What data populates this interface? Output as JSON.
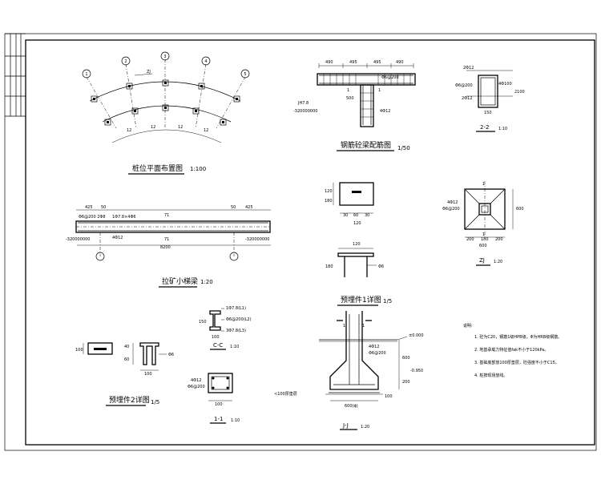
{
  "drawings": {
    "pile_layout": {
      "title": "桩位平面布置图",
      "scale": "1:100",
      "axis_labels": [
        "1",
        "2",
        "3",
        "4",
        "5"
      ],
      "tag": "ZJ",
      "spacings": [
        "12",
        "12",
        "12",
        "12"
      ]
    },
    "foundation_beam_rebar": {
      "title": "钢筋砼梁配筋图",
      "scale": "1/50",
      "top_dims": [
        "490",
        "495",
        "495",
        "490"
      ],
      "labels": [
        "1",
        "1",
        "500",
        "4Φ12",
        "JH7.8",
        "-320000000"
      ],
      "rebar_note": "Φ6@200"
    },
    "section_2_2": {
      "title": "2-2",
      "scale": "1:10",
      "labels": [
        "2Φ12",
        "Φ6@200",
        "2Φ12",
        "4Φ100",
        "150",
        "2100"
      ]
    },
    "tie_beam": {
      "title": "拉矿小梯梁",
      "scale": "1:20",
      "labels": [
        "425",
        "50",
        "425",
        "50",
        "Φ6@200 2Φ8",
        "4Φ12",
        "71",
        "71",
        "8200",
        "1Φ7.8×4Φ6"
      ],
      "elev": [
        "-320000000",
        "-320000000"
      ]
    },
    "embed_1_top": {
      "labels": [
        "120",
        "180",
        "30",
        "60",
        "30",
        "120"
      ]
    },
    "embed_1": {
      "title": "预埋件1详图",
      "scale": "1/5",
      "labels": [
        "120",
        "180",
        "Φ6"
      ]
    },
    "pile_cap": {
      "title": "ZJ",
      "scale": "1:20",
      "labels": [
        "4Φ12",
        "Φ6@200",
        "1",
        "1",
        "200",
        "180",
        "200",
        "600",
        "600"
      ]
    },
    "section_c_c": {
      "title": "C-C",
      "scale": "1:10",
      "labels": [
        "1Φ7.8(L1)",
        "Φ6@200(L2)",
        "3Φ7.8(L3)",
        "150",
        "100"
      ]
    },
    "embed_2": {
      "title": "预埋件2详图",
      "scale": "1/5",
      "labels": [
        "100",
        "40",
        "60",
        "Φ6",
        "100"
      ]
    },
    "section_1_1": {
      "title": "1-1",
      "scale": "1:10",
      "labels": [
        "4Φ12",
        "Φ6@200",
        "100"
      ]
    },
    "section_j_j": {
      "title": "J-J",
      "scale": "1:20",
      "labels": [
        "1",
        "1",
        "±0.000",
        "4Φ12",
        "Φ6@200",
        "600",
        "200",
        "-0.950",
        "600(ϕ)",
        "<100厚垫层",
        "100"
      ]
    },
    "notes": {
      "heading": "说明:",
      "items": [
        "1. 砼为C20，钢筋1级HPB级，Φ为HRB级钢筋。",
        "2. 地基承载力特征值fak不小于120kPa。",
        "3. 基础底部放100厚垫层，砼强度不小于C15。",
        "4. 桩按现场放线。"
      ]
    }
  }
}
